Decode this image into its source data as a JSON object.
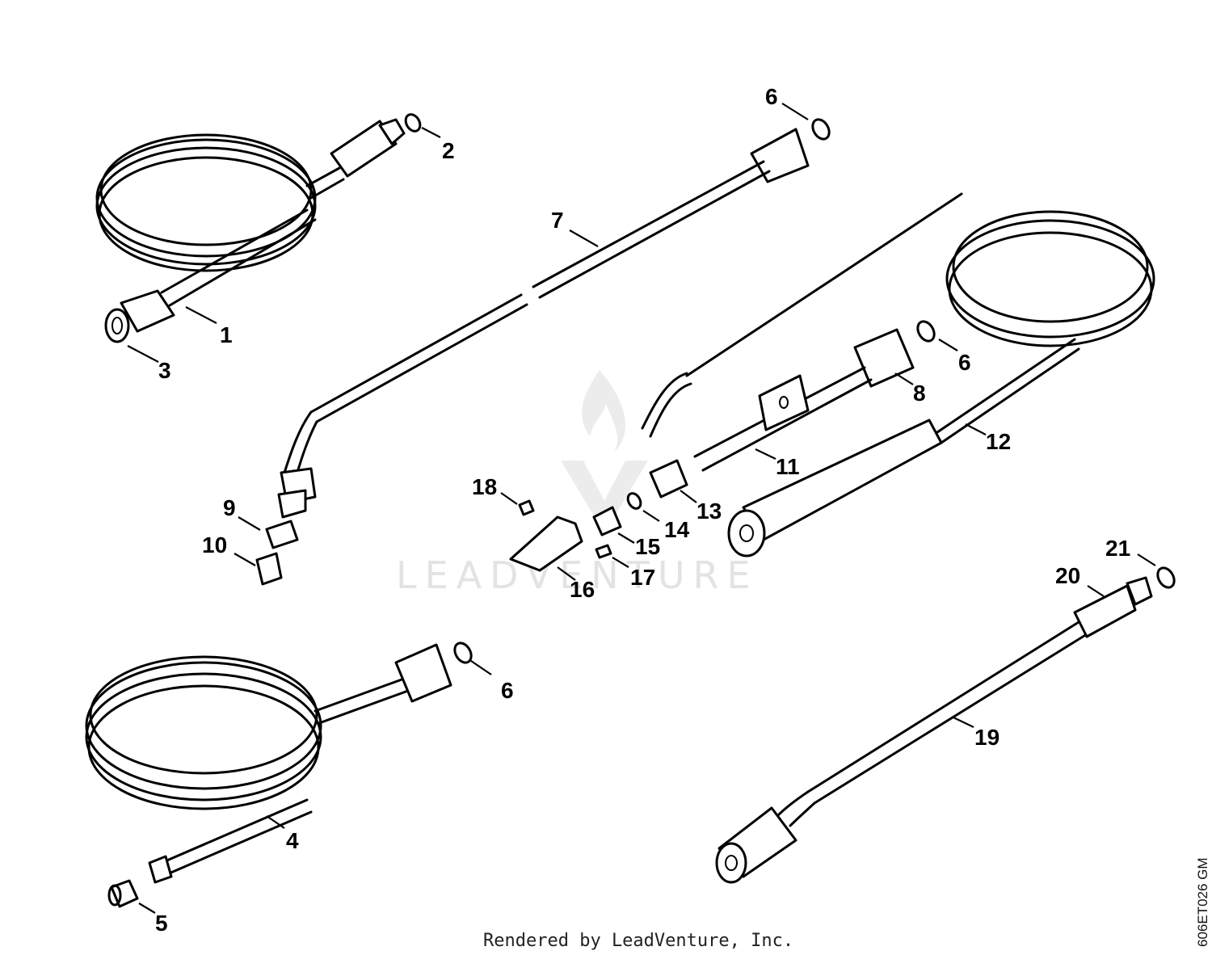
{
  "diagram": {
    "callouts": [
      "1",
      "2",
      "3",
      "4",
      "5",
      "6",
      "7",
      "8",
      "9",
      "10",
      "11",
      "12",
      "13",
      "14",
      "15",
      "16",
      "17",
      "18",
      "19",
      "20",
      "21"
    ],
    "watermark_text": "LEADVENTURE",
    "footer_text": "Rendered by LeadVenture, Inc.",
    "drawing_code": "606ET026 GM"
  }
}
